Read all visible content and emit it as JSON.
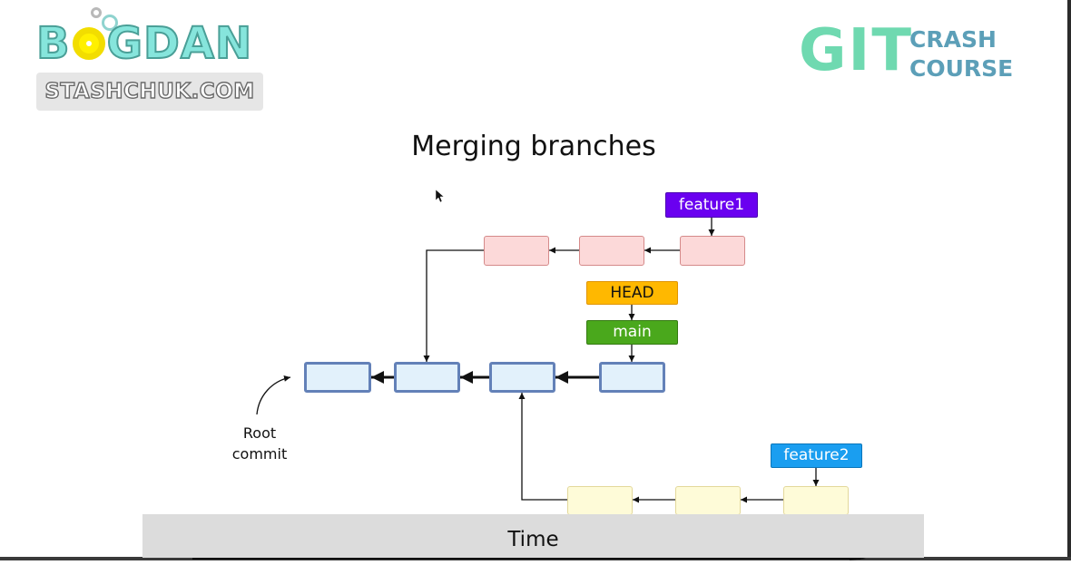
{
  "brand": {
    "name_before_o": "B",
    "name_after_o": "GDAN",
    "site": "STASHCHUK.COM"
  },
  "course": {
    "word1": "GIT",
    "word2": "CRASH",
    "word3": "COURSE"
  },
  "slide": {
    "title": "Merging branches",
    "root_line1": "Root",
    "root_line2": "commit",
    "axis": "Time"
  },
  "branches": {
    "feature1": "feature1",
    "head": "HEAD",
    "main": "main",
    "feature2": "feature2"
  },
  "colors": {
    "main_commit": "#e2f1fb",
    "feature1_commit": "#fcd9d9",
    "feature2_commit": "#fefbd8",
    "feature1_label": "#6a00f0",
    "head_label": "#ffb800",
    "main_label": "#4aa81c",
    "feature2_label": "#1a9ef0"
  }
}
